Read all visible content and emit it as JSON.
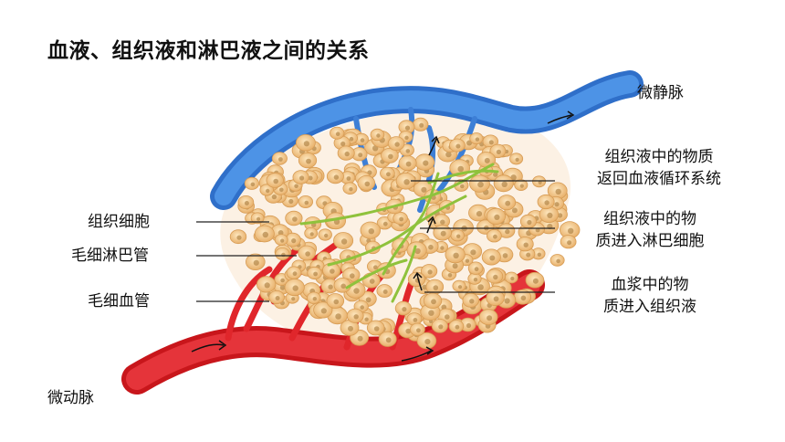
{
  "title": "血液、组织液和淋巴液之间的关系",
  "labels": {
    "vein": "微静脉",
    "artery": "微动脉",
    "tissue_cell": "组织细胞",
    "lymph_capillary": "毛细淋巴管",
    "blood_capillary": "毛细血管",
    "return_to_blood": [
      "组织液中的物质",
      "返回血液循环系统"
    ],
    "into_lymph": [
      "组织液中的物",
      "质进入淋巴细胞"
    ],
    "plasma_to_tissue": [
      "血浆中的物",
      "质进入组织液"
    ]
  },
  "colors": {
    "vein": "#3d7fd6",
    "artery": "#e0262b",
    "cell_fill": "#f3c98a",
    "lymph": "#8fc23c"
  }
}
